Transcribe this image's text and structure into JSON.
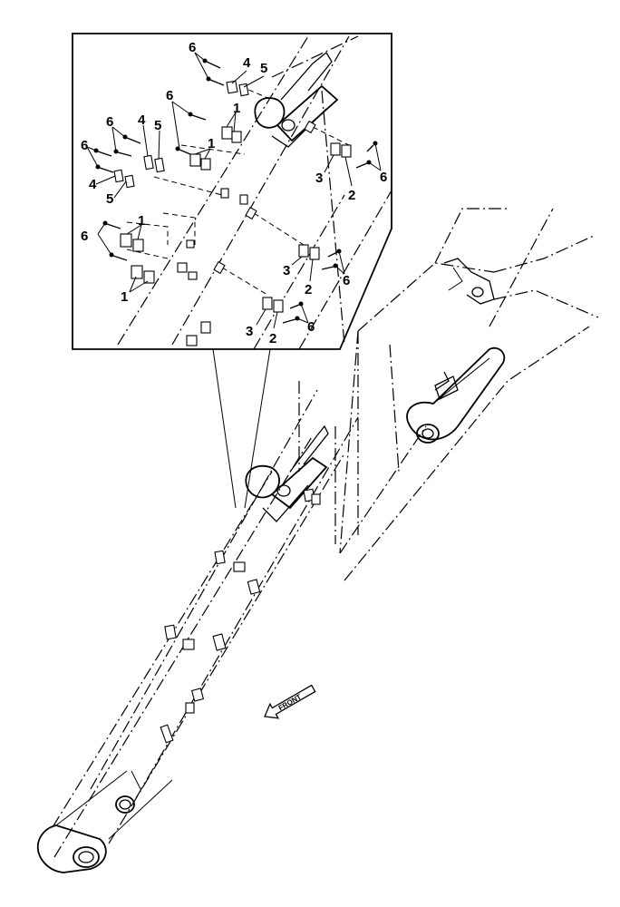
{
  "diagram": {
    "front_label": "FRONT",
    "callouts": [
      {
        "id": "c6a",
        "text": "6"
      },
      {
        "id": "c4a",
        "text": "4"
      },
      {
        "id": "c5a",
        "text": "5"
      },
      {
        "id": "c6b",
        "text": "6"
      },
      {
        "id": "c1a",
        "text": "1"
      },
      {
        "id": "c6c",
        "text": "6"
      },
      {
        "id": "c4b",
        "text": "4"
      },
      {
        "id": "c5b",
        "text": "5"
      },
      {
        "id": "c6d",
        "text": "6"
      },
      {
        "id": "c1b",
        "text": "1"
      },
      {
        "id": "c4c",
        "text": "4"
      },
      {
        "id": "c5c",
        "text": "5"
      },
      {
        "id": "c6e",
        "text": "6"
      },
      {
        "id": "c1c",
        "text": "1"
      },
      {
        "id": "c1d",
        "text": "1"
      },
      {
        "id": "c3a",
        "text": "3"
      },
      {
        "id": "c2a",
        "text": "2"
      },
      {
        "id": "c6f",
        "text": "6"
      },
      {
        "id": "c3b",
        "text": "3"
      },
      {
        "id": "c2b",
        "text": "2"
      },
      {
        "id": "c6g",
        "text": "6"
      },
      {
        "id": "c3c",
        "text": "3"
      },
      {
        "id": "c2c",
        "text": "2"
      },
      {
        "id": "c6h",
        "text": "6"
      }
    ]
  }
}
